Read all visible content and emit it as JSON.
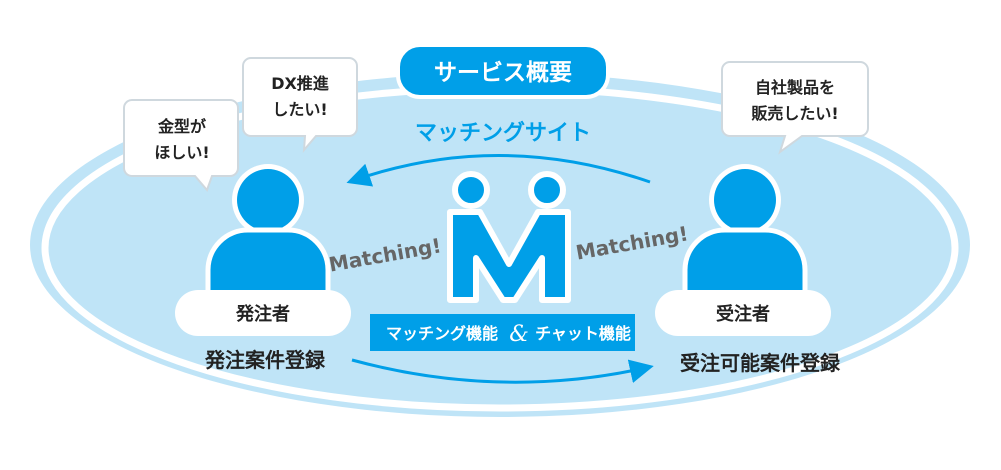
{
  "title": "サービス概要",
  "site_label": "マッチングサイト",
  "matching_left": "Matching!",
  "matching_right": "Matching!",
  "logo_letter": "M",
  "features": {
    "left": "マッチング機能",
    "amp": "&",
    "right": "チャット機能"
  },
  "orderer": {
    "label": "発注者",
    "action": "発注案件登録",
    "bubbles": [
      [
        "金型が",
        "ほしい!"
      ],
      [
        "DX推進",
        "したい!"
      ]
    ]
  },
  "contractor": {
    "label": "受注者",
    "action": "受注可能案件登録",
    "bubbles": [
      [
        "自社製品を",
        "販売したい!"
      ]
    ]
  },
  "colors": {
    "accent": "#009fe8",
    "ellipse": "#bfe4f7",
    "text": "#222222",
    "matching": "#666666"
  }
}
